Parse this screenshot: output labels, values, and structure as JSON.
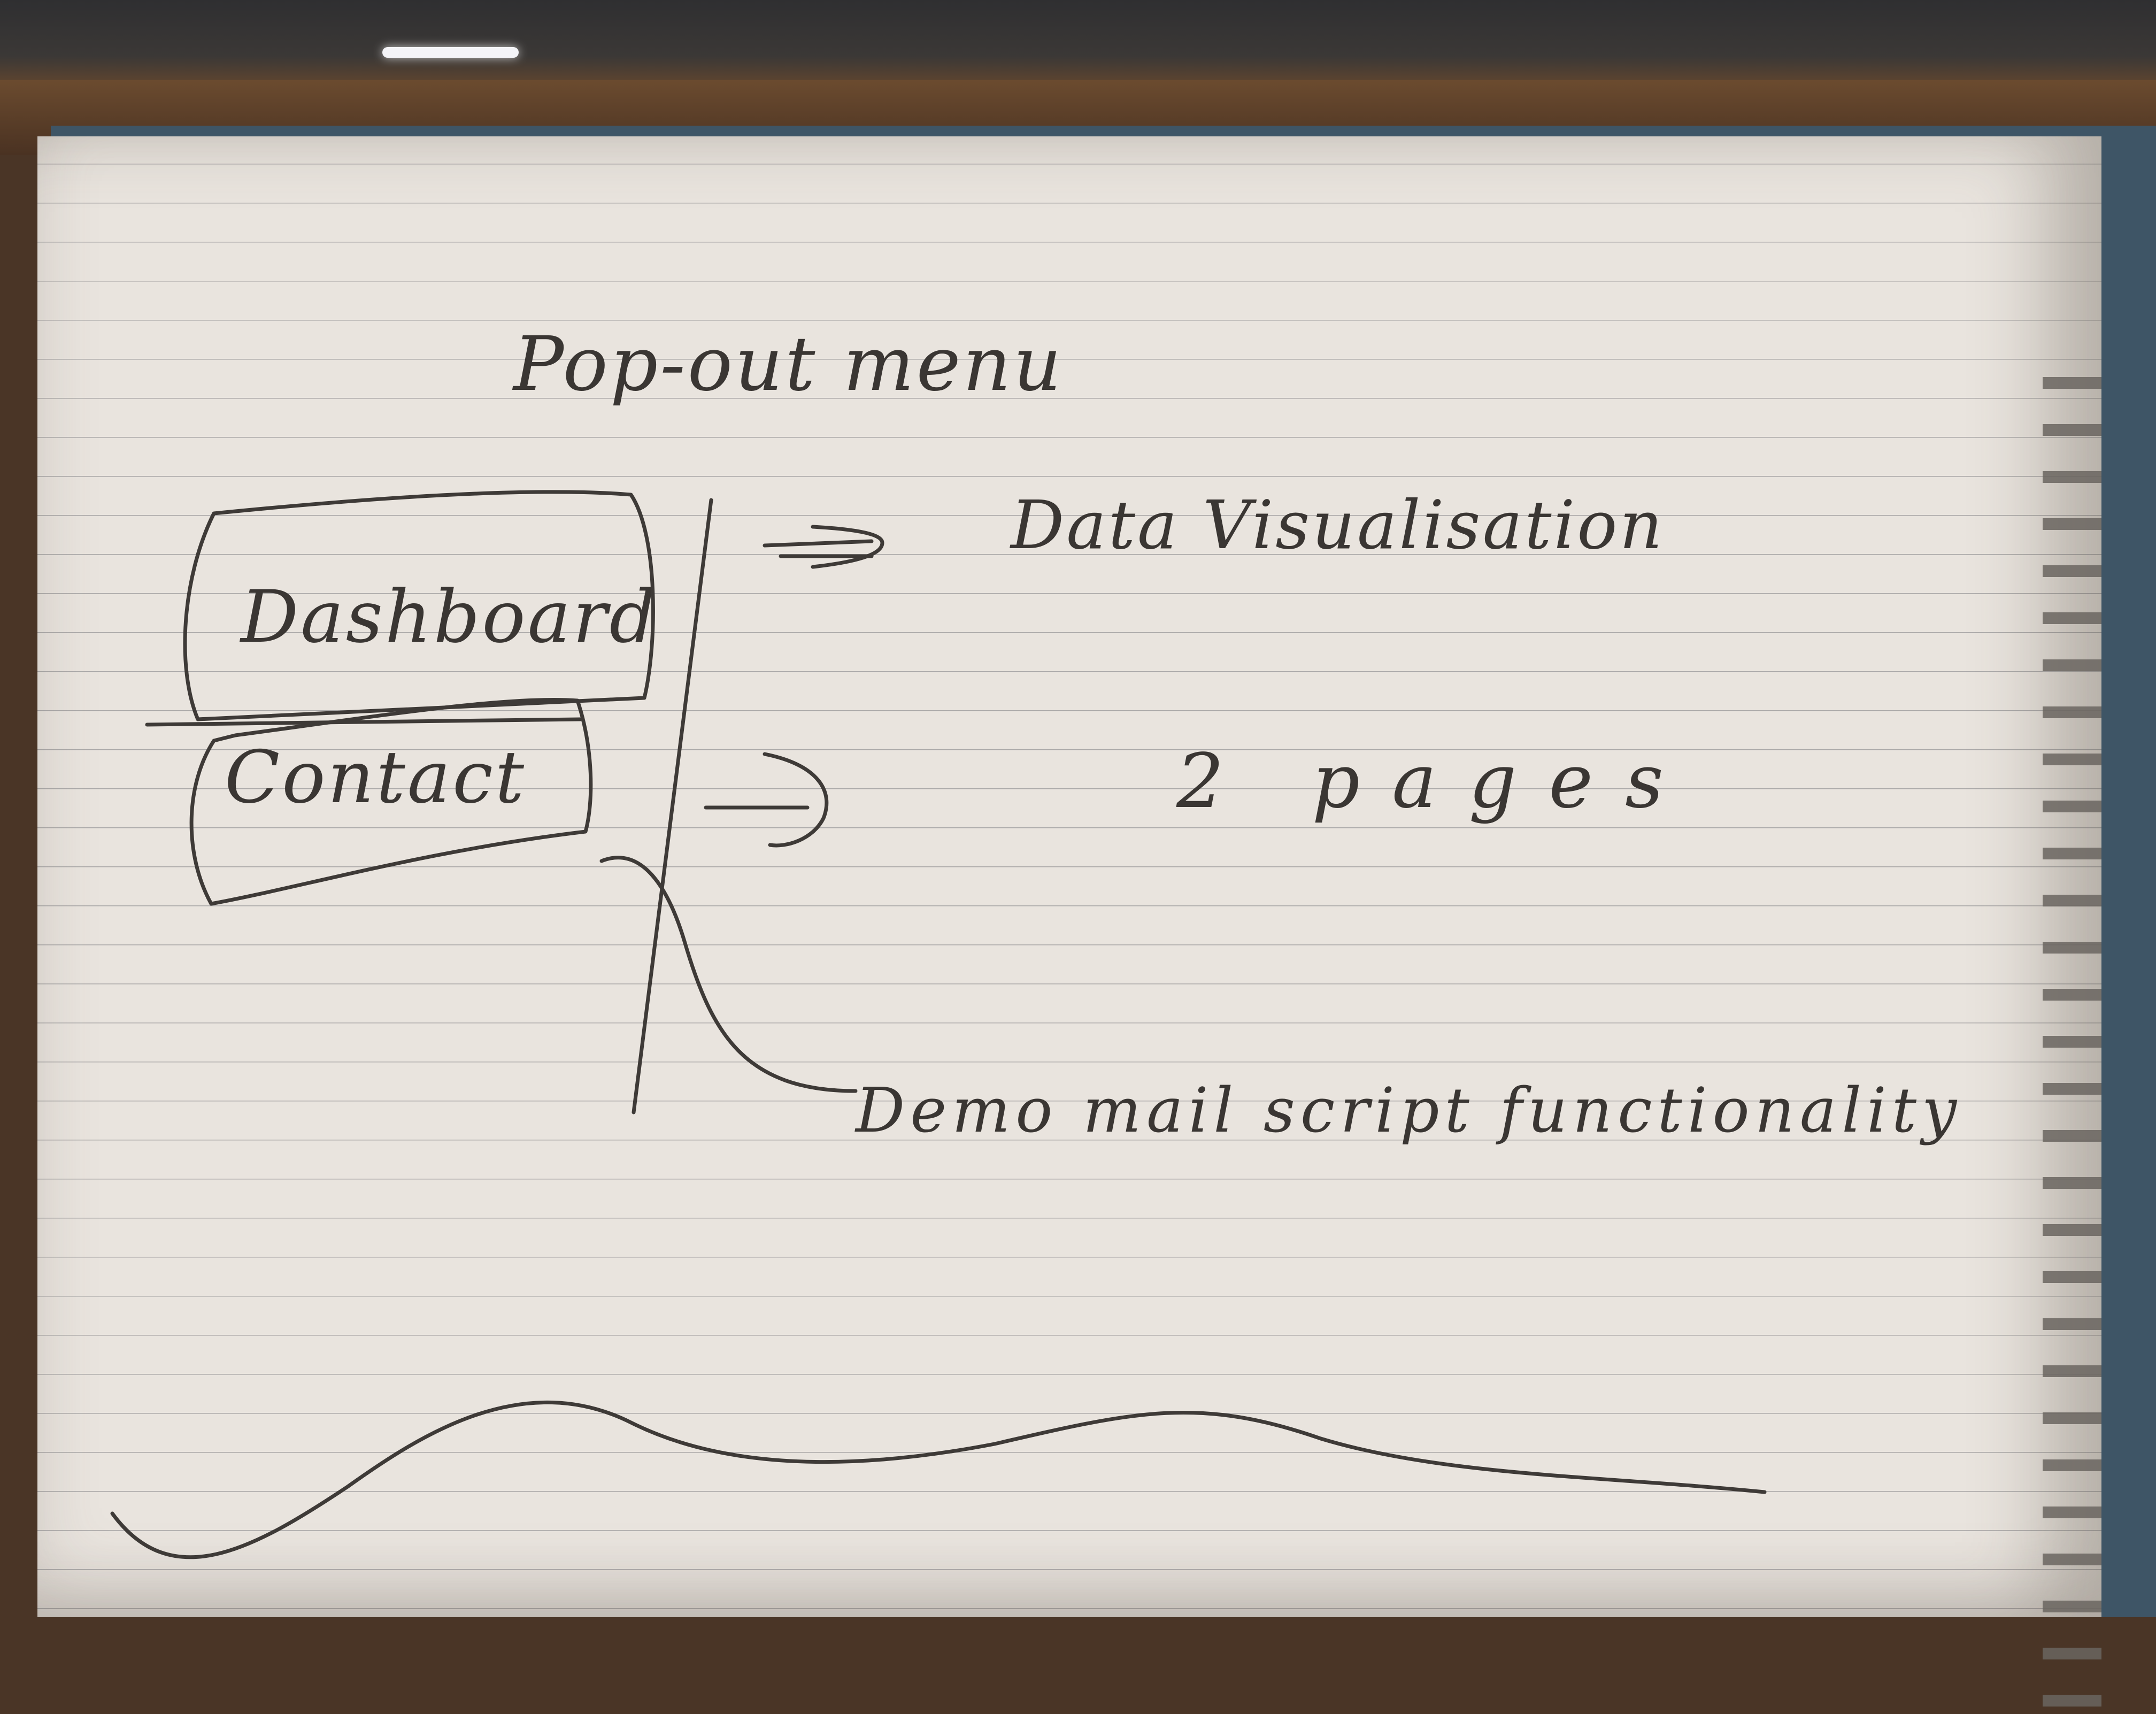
{
  "sketch": {
    "title": "Pop-out menu",
    "menu_items": [
      "Dashboard",
      "Contact"
    ],
    "notes": {
      "dashboard_note": "Data Visualisation",
      "contact_note": "2 pages",
      "contact_detail": "Demo mail script functionality"
    }
  }
}
